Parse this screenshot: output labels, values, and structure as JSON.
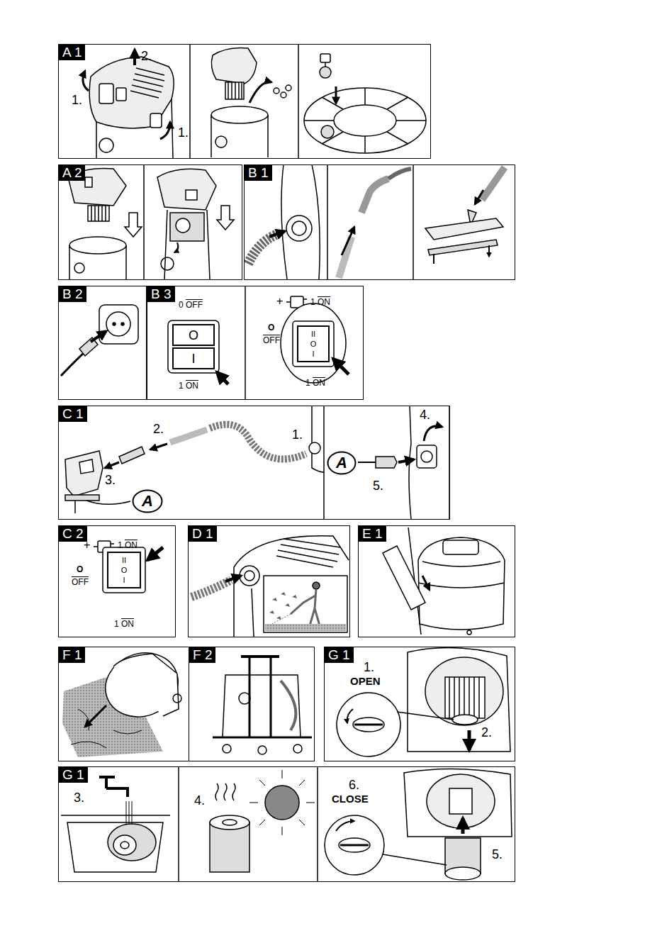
{
  "diagram": {
    "nodes": [
      {
        "text": [
          "A 1"
        ]
      },
      {
        "text": [
          "A 2"
        ]
      },
      {
        "text": [
          "B 1"
        ]
      },
      {
        "text": [
          "B 2"
        ]
      },
      {
        "text": [
          "B 3"
        ]
      },
      {
        "text": [
          "O"
        ],
        "in": 4
      },
      {
        "text": [
          "I"
        ],
        "in": 4
      },
      {
        "text": [
          "II",
          "O",
          "I"
        ],
        "in": 4
      },
      {
        "text": [
          "C 1"
        ]
      },
      {
        "text": [
          "A"
        ],
        "in": 8
      },
      {
        "text": [
          "A"
        ],
        "in": 8
      },
      {
        "text": [
          "C 2"
        ]
      },
      {
        "text": [
          "II",
          "O",
          "I"
        ],
        "in": 11
      },
      {
        "text": [
          "D 1"
        ]
      },
      {
        "text": [
          "E 1"
        ]
      },
      {
        "text": [
          "F 1"
        ]
      },
      {
        "text": [
          "F 2"
        ]
      },
      {
        "text": [
          "G 1"
        ]
      },
      {
        "text": [
          "G 1"
        ]
      }
    ],
    "labels": [
      "2.",
      "1.",
      "1.",
      "0",
      "OFF",
      "1",
      "ON",
      "+",
      "1",
      "ON",
      "O",
      "OFF",
      "1",
      "ON",
      "2.",
      "1.",
      "3.",
      "4.",
      "5.",
      "+",
      "1",
      "ON",
      "O",
      "OFF",
      "1",
      "ON",
      "1.",
      "OPEN",
      "2.",
      "3.",
      "4.",
      "6.",
      "CLOSE",
      "5."
    ]
  }
}
